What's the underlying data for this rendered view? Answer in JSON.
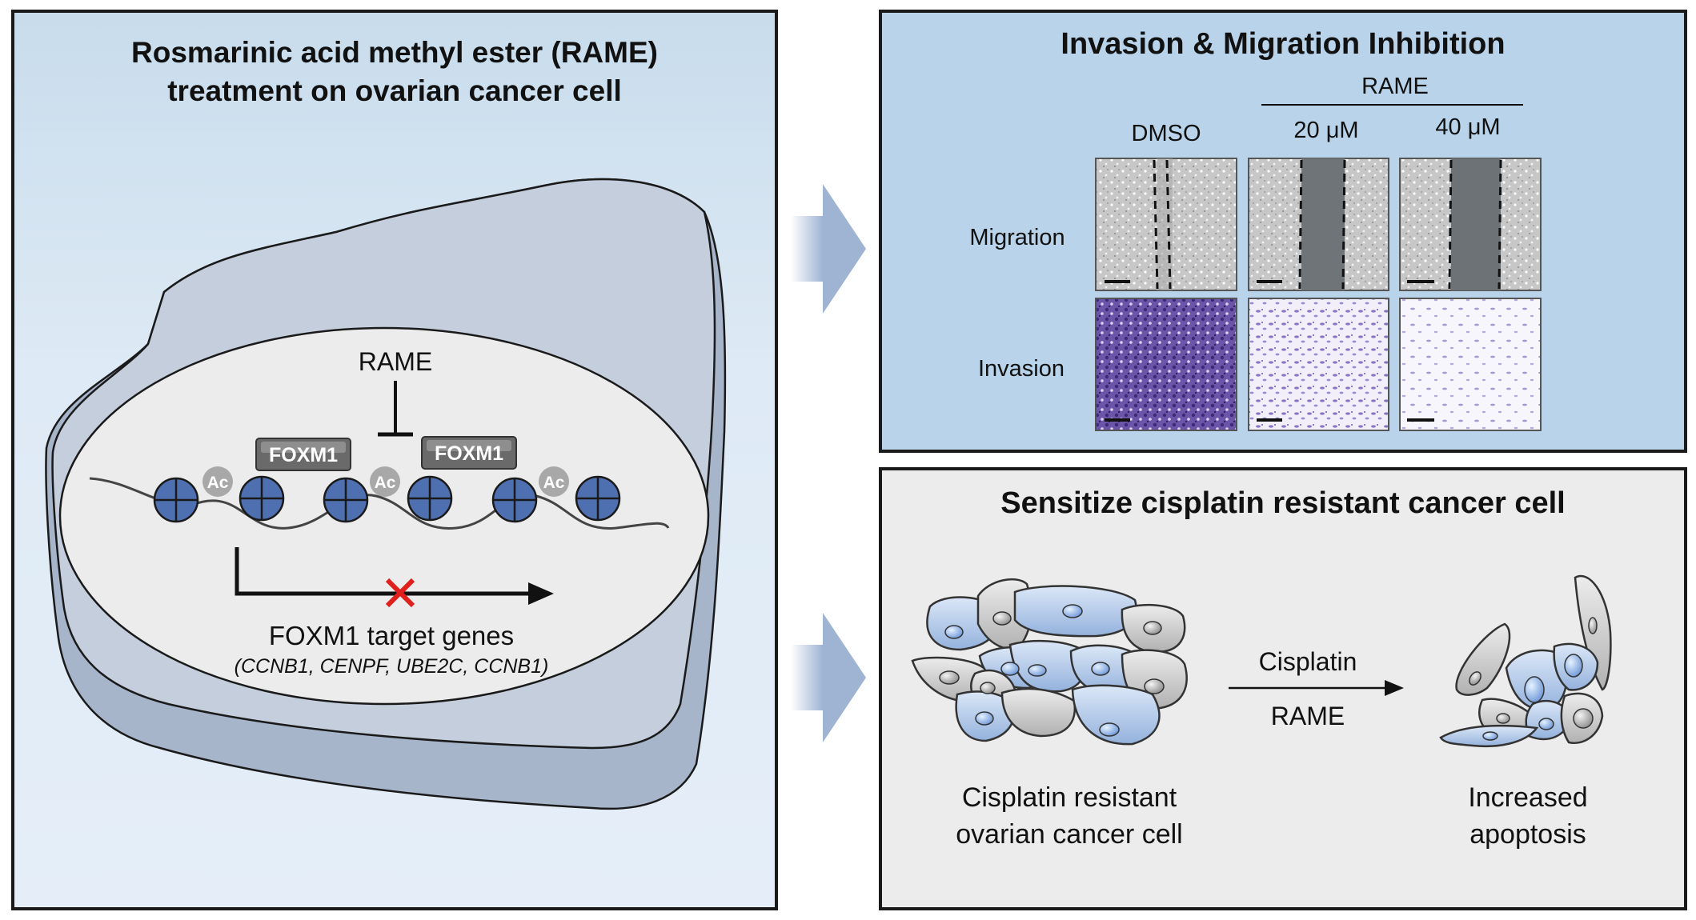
{
  "left": {
    "title_line1": "Rosmarinic acid methyl ester (RAME)",
    "title_line2": "treatment on ovarian cancer cell",
    "rame_label": "RAME",
    "foxm1_left": "FOXM1",
    "foxm1_right": "FOXM1",
    "ac_label": "Ac",
    "target_genes": "FOXM1 target genes",
    "genes_list": "(CCNB1, CENPF, UBE2C, CCNB1)"
  },
  "top_right": {
    "title": "Invasion & Migration Inhibition",
    "rame_group": "RAME",
    "col_dmso": "DMSO",
    "col_20": "20 μM",
    "col_40": "40 μM",
    "row_migration": "Migration",
    "row_invasion": "Invasion"
  },
  "bottom_right": {
    "title": "Sensitize cisplatin resistant cancer cell",
    "arrow_top": "Cisplatin",
    "arrow_bottom": "RAME",
    "left_caption_1": "Cisplatin resistant",
    "left_caption_2": "ovarian cancer cell",
    "right_caption_1": "Increased",
    "right_caption_2": "apoptosis"
  },
  "colors": {
    "nucleosome": "#5a7ab8",
    "cell_blue": "#a9c4ea",
    "cell_gray": "#c9c9c9",
    "inhibit_x": "#e0201c",
    "invasion_stain": "#5b3d93"
  }
}
